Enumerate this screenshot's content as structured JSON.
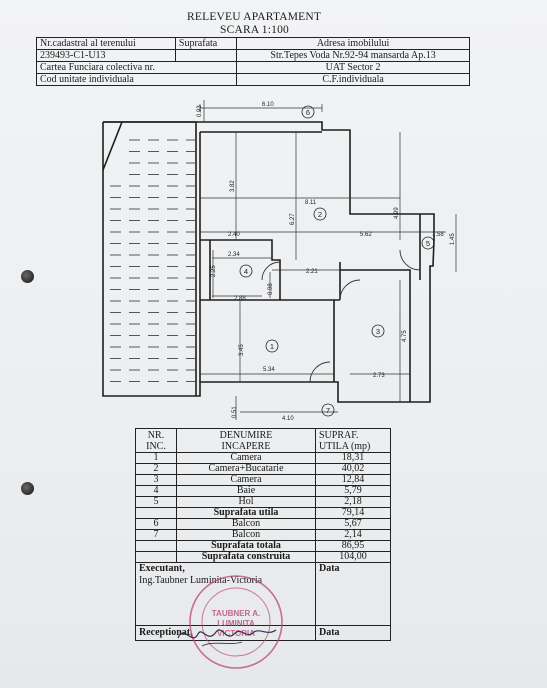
{
  "header": {
    "title": "RELEVEU APARTAMENT",
    "scale": "SCARA 1:100"
  },
  "info": {
    "nr_cadastral_label": "Nr.cadastral al terenului",
    "suprafata_label": "Suprafata",
    "adresa_label": "Adresa imobilului",
    "nr_cadastral_value": "239493-C1-U13",
    "adresa_value": "Str.Tepes Voda Nr.92-94 mansarda  Ap.13",
    "carte_funciara_label": "Cartea Funciara colectiva nr.",
    "uat_value": "UAT  Sector 2",
    "cod_unitate_label": "Cod unitate individuala",
    "cf_value": "C.F.individuala"
  },
  "plan": {
    "rooms": {
      "1": "1",
      "2": "2",
      "3": "3",
      "4": "4",
      "5": "5",
      "6": "6",
      "7": "7"
    },
    "dims": {
      "d610": "6.10",
      "d093": "0.93",
      "d382": "3.82",
      "d811": "8.11",
      "d627": "6.27",
      "d499": "4.99",
      "d240": "2.40",
      "d562": "5.62",
      "d158": "1.58",
      "d145": "1.45",
      "d234": "2.34",
      "d225": "2.25",
      "d221": "2.21",
      "d098": "0.98",
      "d288": "2.88",
      "d475": "4.75",
      "d345": "3.45",
      "d534": "5.34",
      "d273": "2.73",
      "d051": "0.51",
      "d410": "4.10"
    }
  },
  "rooms_table": {
    "headers": {
      "nr1": "NR.",
      "nr2": "INC.",
      "den1": "DENUMIRE",
      "den2": "INCAPERE",
      "sup1": "SUPRAF.",
      "sup2": "UTILA (mp)"
    },
    "rows": [
      {
        "nr": "1",
        "name": "Camera",
        "area": "18,31"
      },
      {
        "nr": "2",
        "name": "Camera+Bucatarie",
        "area": "40,02"
      },
      {
        "nr": "3",
        "name": "Camera",
        "area": "12,84"
      },
      {
        "nr": "4",
        "name": "Baie",
        "area": "5,79"
      },
      {
        "nr": "5",
        "name": "Hol",
        "area": "2,18"
      },
      {
        "nr": "6",
        "name": "Balcon",
        "area": "5,67"
      },
      {
        "nr": "7",
        "name": "Balcon",
        "area": "2,14"
      }
    ],
    "suprafata_utila": {
      "label": "Suprafata utila",
      "value": "79,14"
    },
    "suprafata_totala": {
      "label": "Suprafata totala",
      "value": "86,95"
    },
    "suprafata_construita": {
      "label": "Suprafata construita",
      "value": "104,00"
    }
  },
  "signatures": {
    "executant_label": "Executant,",
    "executant_name": "Ing.Taubner Luminita-Victoria",
    "data_label": "Data",
    "receptionat_label": "Receptionat,",
    "data_label2": "Data"
  },
  "stamp": {
    "line1": "TAUBNER A.",
    "line2": "LUMINITA",
    "line3": "VICTORIA"
  }
}
